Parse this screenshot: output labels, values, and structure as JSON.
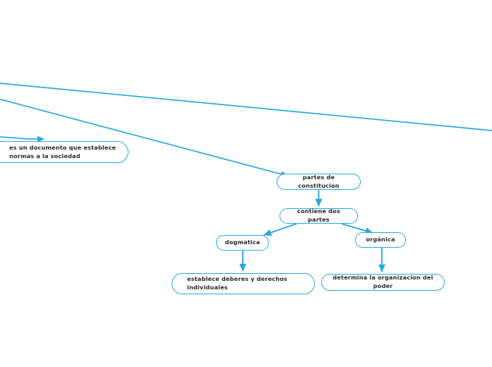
{
  "diagram": {
    "type": "mind-map",
    "title": "partes de constitucion",
    "background_color": "#ffffff",
    "edge_color": "#29a8e0",
    "node_border_color": "#29a8e0",
    "node_fill_color": "#ffffff",
    "node_text_color": "#2b2b2b",
    "nodes": [
      {
        "id": "documento",
        "label": "es un documento que establece\nnormas a la sociedad",
        "shape": "rounded-pill",
        "cropped": "left"
      },
      {
        "id": "partes",
        "label": "partes de constitucion",
        "shape": "rounded-pill",
        "cropped": "none"
      },
      {
        "id": "contiene",
        "label": "contiene dos partes",
        "shape": "rounded-pill",
        "cropped": "none"
      },
      {
        "id": "dogmatica",
        "label": "dogmatica",
        "shape": "rounded-pill",
        "cropped": "none"
      },
      {
        "id": "organica",
        "label": "orgánica",
        "shape": "rounded-pill",
        "cropped": "none"
      },
      {
        "id": "deberes",
        "label": "establece deberes y derechos\nindividuales",
        "shape": "rounded-pill",
        "cropped": "none"
      },
      {
        "id": "poder",
        "label": "determina la organizacion del poder",
        "shape": "rounded-pill",
        "cropped": "none"
      }
    ],
    "edges": [
      {
        "id": "offscreen-to-documento",
        "from": "offscreen-left",
        "to": "documento",
        "arrow": true
      },
      {
        "id": "offscreen-diagonal-right",
        "from": "offscreen-left",
        "to": "offscreen-right",
        "arrow": false
      },
      {
        "id": "offscreen-to-partes",
        "from": "offscreen-left",
        "to": "partes",
        "arrow": true
      },
      {
        "id": "partes-to-contiene",
        "from": "partes",
        "to": "contiene",
        "arrow": true
      },
      {
        "id": "contiene-to-dogmatica",
        "from": "contiene",
        "to": "dogmatica",
        "arrow": true
      },
      {
        "id": "contiene-to-organica",
        "from": "contiene",
        "to": "organica",
        "arrow": true
      },
      {
        "id": "dogmatica-to-deberes",
        "from": "dogmatica",
        "to": "deberes",
        "arrow": true
      },
      {
        "id": "organica-to-poder",
        "from": "organica",
        "to": "poder",
        "arrow": true
      }
    ]
  }
}
